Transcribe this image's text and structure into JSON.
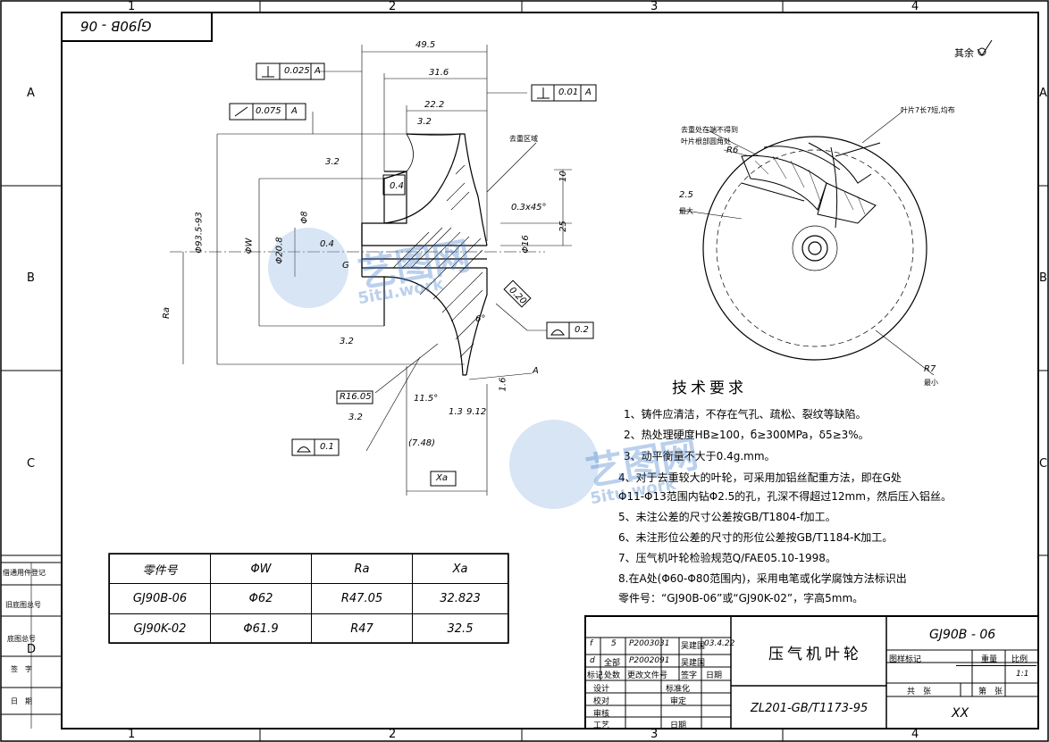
{
  "drawing_no_reversed": "GJ90B - 06",
  "finish_note": "其余",
  "zones": {
    "columns": [
      "1",
      "2",
      "3",
      "4"
    ],
    "rows": [
      "A",
      "B",
      "C",
      "D"
    ]
  },
  "dimensions": {
    "d49_5": "49.5",
    "d31_6": "31.6",
    "d22_2": "22.2",
    "perp1": "0.025",
    "perp1_ref": "A",
    "perp2": "0.01",
    "perp2_ref": "A",
    "runout": "0.075",
    "runout_ref": "A",
    "diameter_93": "Φ93.5-93",
    "phiW": "ΦW",
    "phi20_8": "Φ20.8",
    "phi8": "Φ8",
    "phi16": "Φ16",
    "Ra": "Ra",
    "d04a": "0.4",
    "d04b": "0.4",
    "d10": "10",
    "d25": "25",
    "chamfer": "0.3x45°",
    "r020": "0.20",
    "profile": "0.2",
    "angle6": "6°",
    "R16_05": "R16.05",
    "d11_5": "11.5°",
    "d1_3": "1.3",
    "d9_12": "9.12",
    "d7_48": "(7.48)",
    "Xa": "Xa",
    "profile2": "0.1",
    "label_A": "A",
    "label_G": "G",
    "remove_zone": "去重区域",
    "ra32": "3.2",
    "ra16": "1.6"
  },
  "side_view": {
    "note_blade": "叶片7长7短,均布",
    "note_keep1": "去重处在端不得到",
    "note_keep2": "叶片根部圆角处",
    "r6": "R6",
    "r7": "R7",
    "r7_sub": "最小",
    "d2_5": "2.5",
    "d2_5_sub": "最大"
  },
  "tech": {
    "title": "技术要求",
    "items": [
      "1、铸件应清洁，不存在气孔、疏松、裂纹等缺陷。",
      "2、热处理硬度HB≥100，б≥300MPa，δ5≥3%。",
      "3、动平衡量不大于0.4g.mm。",
      "4、对于去重较大的叶轮，可采用加铝丝配重方法，即在G处",
      "   Φ11-Φ13范围内钻Φ2.5的孔，孔深不得超过12mm，然后压入铝丝。",
      "5、未注公差的尺寸公差按GB/T1804-f加工。",
      "6、未注形位公差的尺寸的形位公差按GB/T1184-K加工。",
      "7、压气机叶轮检验规范Q/FAE05.10-1998。",
      "8.在A处(Φ60-Φ80范围内)，采用电笔或化学腐蚀方法标识出",
      "   零件号：“GJ90B-06”或“GJ90K-02”，字高5mm。"
    ]
  },
  "parts_table": {
    "headers": [
      "零件号",
      "ΦW",
      "Ra",
      "Xa"
    ],
    "rows": [
      [
        "GJ90B-06",
        "Φ62",
        "R47.05",
        "32.823"
      ],
      [
        "GJ90K-02",
        "Φ61.9",
        "R47",
        "32.5"
      ]
    ]
  },
  "left_strip": [
    "借通用件登记",
    "旧底图总号",
    "底图总号",
    "签　字",
    "日　期"
  ],
  "title_block": {
    "part_name": "压气机叶轮",
    "standard": "ZL201-GB/T1173-95",
    "drawing_no": "GJ90B - 06",
    "scale": "1:1",
    "material_code": "XX",
    "rev_rows": [
      [
        "f",
        "5",
        "P2003031",
        "吴建国",
        "03.4.22"
      ],
      [
        "d",
        "全部",
        "P2002091",
        "吴建国",
        ""
      ]
    ],
    "rev_header": [
      "标记",
      "处数",
      "更改文件号",
      "签字",
      "日期"
    ],
    "labels": {
      "design": "设计",
      "check": "校对",
      "review": "审核",
      "process": "工艺",
      "standardize": "标准化",
      "approve": "审定",
      "date": "日期",
      "stage": "图样标记",
      "weight": "重量",
      "scale_lbl": "比例",
      "sheets": "共　张",
      "sheet": "第　张"
    }
  },
  "watermark": {
    "text": "艺图网",
    "url": "5itu.work"
  }
}
